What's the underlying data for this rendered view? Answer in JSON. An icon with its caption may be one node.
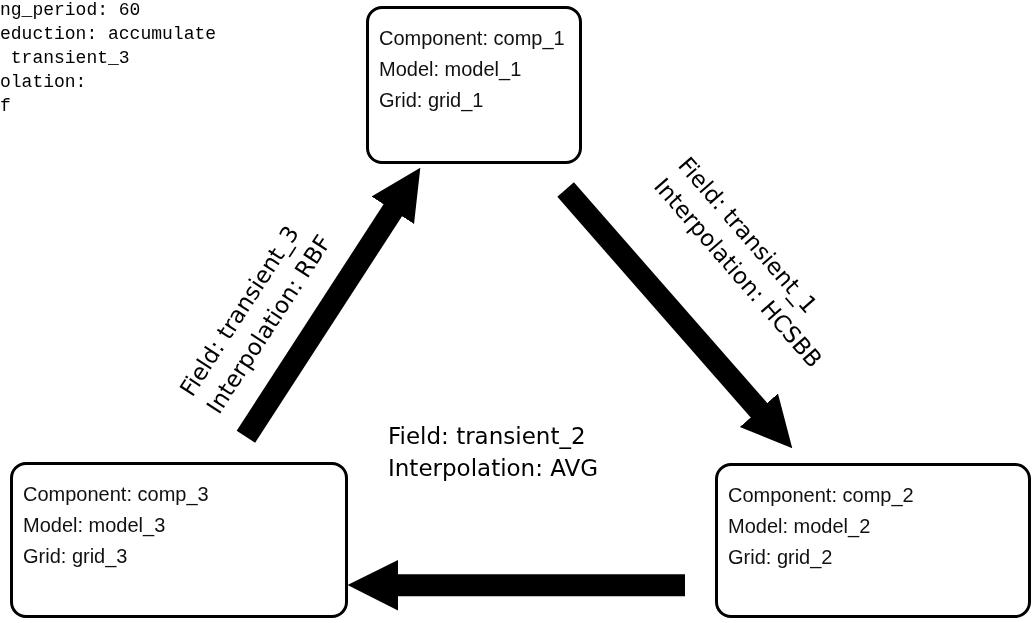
{
  "diagram": {
    "nodes": [
      {
        "text": [
          "Component: comp_1",
          "Model: model_1",
          "Grid: grid_1"
        ]
      },
      {
        "text": [
          "Component: comp_2",
          "Model: model_2",
          "Grid: grid_2"
        ]
      },
      {
        "text": [
          "Component: comp_3",
          "Model: model_3",
          "Grid: grid_3"
        ]
      }
    ],
    "edges": [
      {
        "from": 0,
        "to": 1,
        "arrow": "to",
        "label": "Field: transient_1 Interpolation: HCSBB"
      },
      {
        "from": 1,
        "to": 2,
        "arrow": "to",
        "label": "Field: transient_2 Interpolation: AVG"
      },
      {
        "from": 2,
        "to": 0,
        "arrow": "to",
        "label": "Field: transient_3 Interpolation: RBF"
      }
    ],
    "labels": [
      "ng_period: 60",
      "eduction: accumulate",
      " transient_3",
      "olation:",
      "f"
    ]
  }
}
